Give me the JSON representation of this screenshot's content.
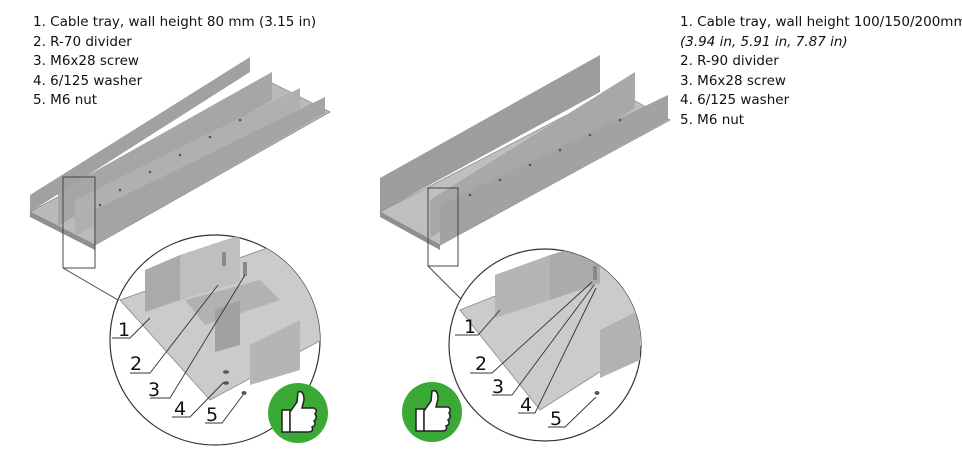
{
  "left_panel": {
    "legend": [
      "1. Cable tray, wall height 80 mm (3.15 in)",
      "2. R-70 divider",
      "3. M6x28 screw",
      "4. 6/125 washer",
      "5. M6 nut"
    ],
    "callouts": [
      "1",
      "2",
      "3",
      "4",
      "5"
    ],
    "badge_icon": "thumbs-up-icon"
  },
  "right_panel": {
    "legend": [
      "1. Cable tray, wall height 100/150/200mm",
      "(3.94 in, 5.91 in, 7.87 in)",
      "2. R-90 divider",
      "3. M6x28 screw",
      "4. 6/125 washer",
      "5. M6 nut"
    ],
    "callouts": [
      "1",
      "2",
      "3",
      "4",
      "5"
    ],
    "badge_icon": "thumbs-up-icon"
  },
  "colors": {
    "badge_green": "#3aa935",
    "metal": "#a9abad",
    "metal_dark": "#86888a"
  }
}
